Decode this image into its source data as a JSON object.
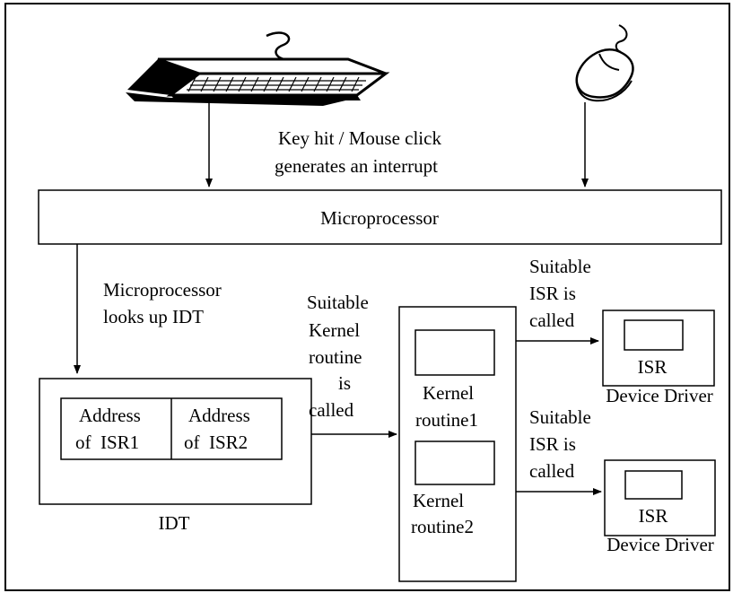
{
  "diagram": {
    "annotations": {
      "interrupt_line1": "Key hit / Mouse click",
      "interrupt_line2": "generates an interrupt",
      "lookup_line1": "Microprocessor",
      "lookup_line2": "looks up IDT",
      "kernel_called_line1": "Suitable",
      "kernel_called_line2": "Kernel",
      "kernel_called_line3": "routine",
      "kernel_called_line4": "is",
      "kernel_called_line5": "called",
      "isr_called_top_line1": "Suitable",
      "isr_called_top_line2": "ISR is",
      "isr_called_top_line3": "called",
      "isr_called_bottom_line1": "Suitable",
      "isr_called_bottom_line2": "ISR is",
      "isr_called_bottom_line3": "called"
    },
    "microprocessor": {
      "label": "Microprocessor"
    },
    "idt": {
      "label": "IDT",
      "cells": [
        {
          "line1": "Address",
          "line2": "of  ISR1"
        },
        {
          "line1": "Address",
          "line2": "of  ISR2"
        }
      ]
    },
    "kernel": {
      "routines": [
        {
          "line1": "Kernel",
          "line2": "routine1"
        },
        {
          "line1": "Kernel",
          "line2": "routine2"
        }
      ]
    },
    "drivers": [
      {
        "isr_label": "ISR",
        "label": "Device Driver"
      },
      {
        "isr_label": "ISR",
        "label": "Device Driver"
      }
    ],
    "devices": {
      "keyboard_icon": "keyboard-icon",
      "mouse_icon": "mouse-icon"
    }
  }
}
